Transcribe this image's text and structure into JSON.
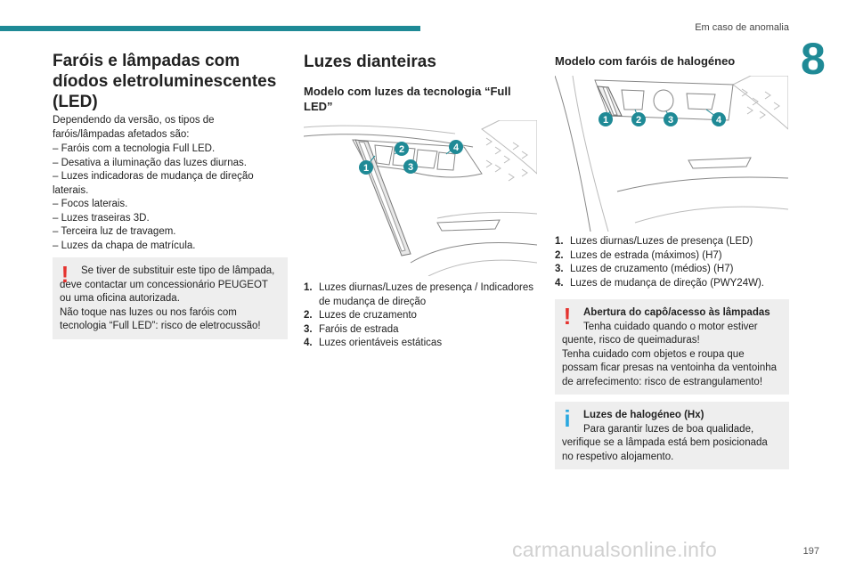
{
  "header": {
    "section": "Em caso de anomalia",
    "chapter": "8"
  },
  "col1": {
    "title": "Faróis e lâmpadas com díodos eletroluminescentes (LED)",
    "intro": "Dependendo da versão, os tipos de faróis/lâmpadas afetados são:",
    "items": [
      "–  Faróis com a tecnologia Full LED.",
      "–  Desativa a iluminação das luzes diurnas.",
      "–  Luzes indicadoras de mudança de direção laterais.",
      "–  Focos laterais.",
      "–  Luzes traseiras 3D.",
      "–  Terceira luz de travagem.",
      "–  Luzes da chapa de matrícula."
    ],
    "warning": "Se tiver de substituir este tipo de lâmpada, deve contactar um concessionário PEUGEOT ou uma oficina autorizada.\nNão toque nas luzes ou nos faróis com tecnologia “Full LED”: risco de eletrocussão!"
  },
  "col2": {
    "title": "Luzes dianteiras",
    "subtitle": "Modelo com luzes da tecnologia “Full LED”",
    "badges": [
      "1",
      "2",
      "3",
      "4"
    ],
    "list": [
      {
        "n": "1.",
        "text": "Luzes diurnas/Luzes de presença / Indicadores de mudança de direção"
      },
      {
        "n": "2.",
        "text": "Luzes de cruzamento"
      },
      {
        "n": "3.",
        "text": "Faróis de estrada"
      },
      {
        "n": "4.",
        "text": "Luzes orientáveis estáticas"
      }
    ]
  },
  "col3": {
    "subtitle": "Modelo com faróis de halogéneo",
    "badges": [
      "1",
      "2",
      "3",
      "4"
    ],
    "list": [
      {
        "n": "1.",
        "text": "Luzes diurnas/Luzes de presença (LED)"
      },
      {
        "n": "2.",
        "text": "Luzes de estrada (máximos) (H7)"
      },
      {
        "n": "3.",
        "text": "Luzes de cruzamento (médios) (H7)"
      },
      {
        "n": "4.",
        "text": "Luzes de mudança de direção (PWY24W)."
      }
    ],
    "warning": {
      "title": "Abertura do capô/acesso às lâmpadas",
      "text": "Tenha cuidado quando o motor estiver quente, risco de queimaduras!\nTenha cuidado com objetos e roupa que possam ficar presas na ventoinha da ventoinha de arrefecimento: risco de estrangulamento!"
    },
    "info": {
      "title": "Luzes de halogéneo (Hx)",
      "text": "Para garantir luzes de boa qualidade, verifique se a lâmpada está bem posicionada no respetivo alojamento."
    }
  },
  "footer": {
    "page": "197",
    "watermark": "carmanualsonline.info"
  },
  "colors": {
    "accent": "#1f8a96",
    "warning": "#e5322e",
    "info": "#29a8e0",
    "box": "#eeeeee"
  }
}
